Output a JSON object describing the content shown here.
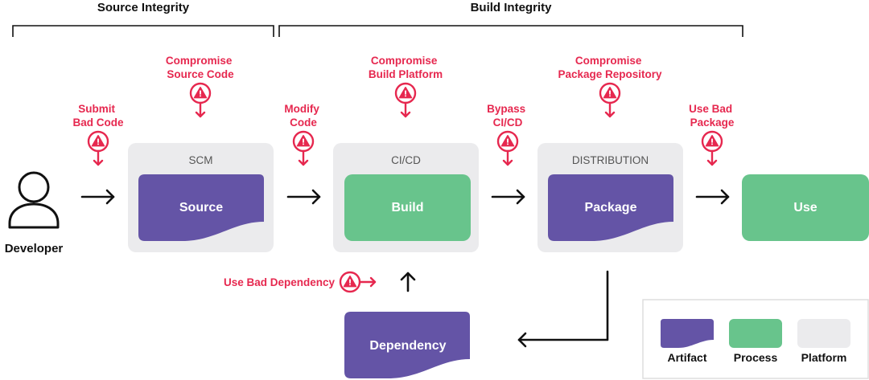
{
  "sections": {
    "source_integrity": "Source Integrity",
    "build_integrity": "Build Integrity"
  },
  "actor": {
    "label": "Developer"
  },
  "platforms": {
    "scm": "SCM",
    "cicd": "CI/CD",
    "distribution": "DISTRIBUTION"
  },
  "nodes": {
    "source": "Source",
    "build": "Build",
    "package": "Package",
    "use": "Use",
    "dependency": "Dependency"
  },
  "threats": {
    "submit_bad_code": [
      "Submit",
      "Bad Code"
    ],
    "compromise_source_code": [
      "Compromise",
      "Source Code"
    ],
    "modify_code": [
      "Modify",
      "Code"
    ],
    "compromise_build_platform": [
      "Compromise",
      "Build Platform"
    ],
    "bypass_cicd": [
      "Bypass",
      "CI/CD"
    ],
    "compromise_package_repository": [
      "Compromise",
      "Package Repository"
    ],
    "use_bad_package": [
      "Use Bad",
      "Package"
    ],
    "use_bad_dependency": "Use Bad Dependency"
  },
  "legend": {
    "artifact": "Artifact",
    "process": "Process",
    "platform": "Platform"
  },
  "colors": {
    "artifact": "#6454a6",
    "process": "#68c48c",
    "platform": "#ebebed",
    "threat": "#e6284f",
    "text": "#111111"
  },
  "icons": {
    "developer": "person-outline-icon",
    "threat": "warning-pin-icon",
    "flow_arrow": "arrow-right-icon"
  }
}
